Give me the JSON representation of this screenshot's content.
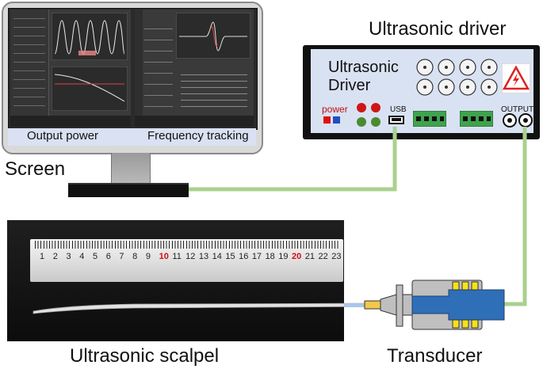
{
  "labels": {
    "driver_title": "Ultrasonic driver",
    "screen": "Screen",
    "scalpel": "Ultrasonic scalpel",
    "transducer": "Transducer",
    "output_power": "Output power",
    "frequency_tracking": "Frequency tracking"
  },
  "driver_panel": {
    "name_line1": "Ultrasonic",
    "name_line2": "Driver",
    "power": "power",
    "usb": "USB",
    "output": "OUTPUT"
  },
  "ruler": {
    "numbers": [
      "1",
      "2",
      "3",
      "4",
      "5",
      "6",
      "7",
      "8",
      "9",
      "10",
      "11",
      "12",
      "13",
      "14",
      "15",
      "16",
      "17",
      "18",
      "19",
      "20",
      "21",
      "22",
      "23"
    ],
    "red_numbers": [
      "10",
      "20"
    ]
  },
  "colors": {
    "cable": "#a9d18e",
    "driver_body": "#d9e2f3",
    "monitor_frame": "#d8d8d8",
    "warning": "#e02020"
  }
}
